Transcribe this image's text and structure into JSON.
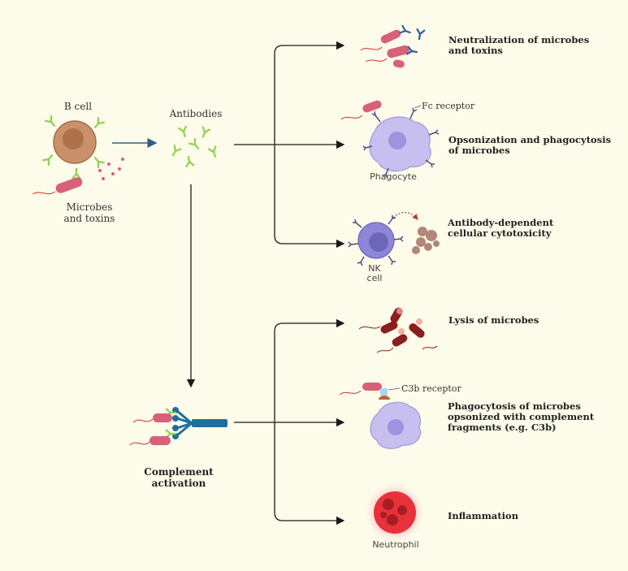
{
  "colors": {
    "background": "#fdfbe9",
    "arrow": "#1a1a1a",
    "bcell_arrow": "#2e5f8a",
    "antibody": "#8fd14f",
    "microbe": "#d9607a",
    "phagocyte": "#c7bff0",
    "nk_cell": "#8e86d8",
    "lysed_microbe": "#8b1e1e",
    "neutrophil": "#e8323a",
    "complement": "#1e6f9f"
  },
  "left": {
    "bcell_label": "B cell",
    "microbes_line1": "Microbes",
    "microbes_line2": "and toxins",
    "antibodies_label": "Antibodies",
    "complement_line1": "Complement",
    "complement_line2": "activation"
  },
  "outcomes": {
    "neutralization_line1": "Neutralization of microbes",
    "neutralization_line2": "and toxins",
    "fc_receptor": "Fc receptor",
    "phagocyte": "Phagocyte",
    "opsonization_line1": "Opsonization and phagocytosis",
    "opsonization_line2": "of microbes",
    "adcc_line1": "Antibody-dependent",
    "adcc_line2": "cellular cytotoxicity",
    "nk_line1": "NK",
    "nk_line2": "cell",
    "lysis": "Lysis of microbes",
    "c3b_receptor": "C3b receptor",
    "phago_complement_line1": "Phagocytosis of microbes",
    "phago_complement_line2": "opsonized with complement",
    "phago_complement_line3": "fragments (e.g. C3b)",
    "inflammation": "Inflammation",
    "neutrophil": "Neutrophil"
  }
}
